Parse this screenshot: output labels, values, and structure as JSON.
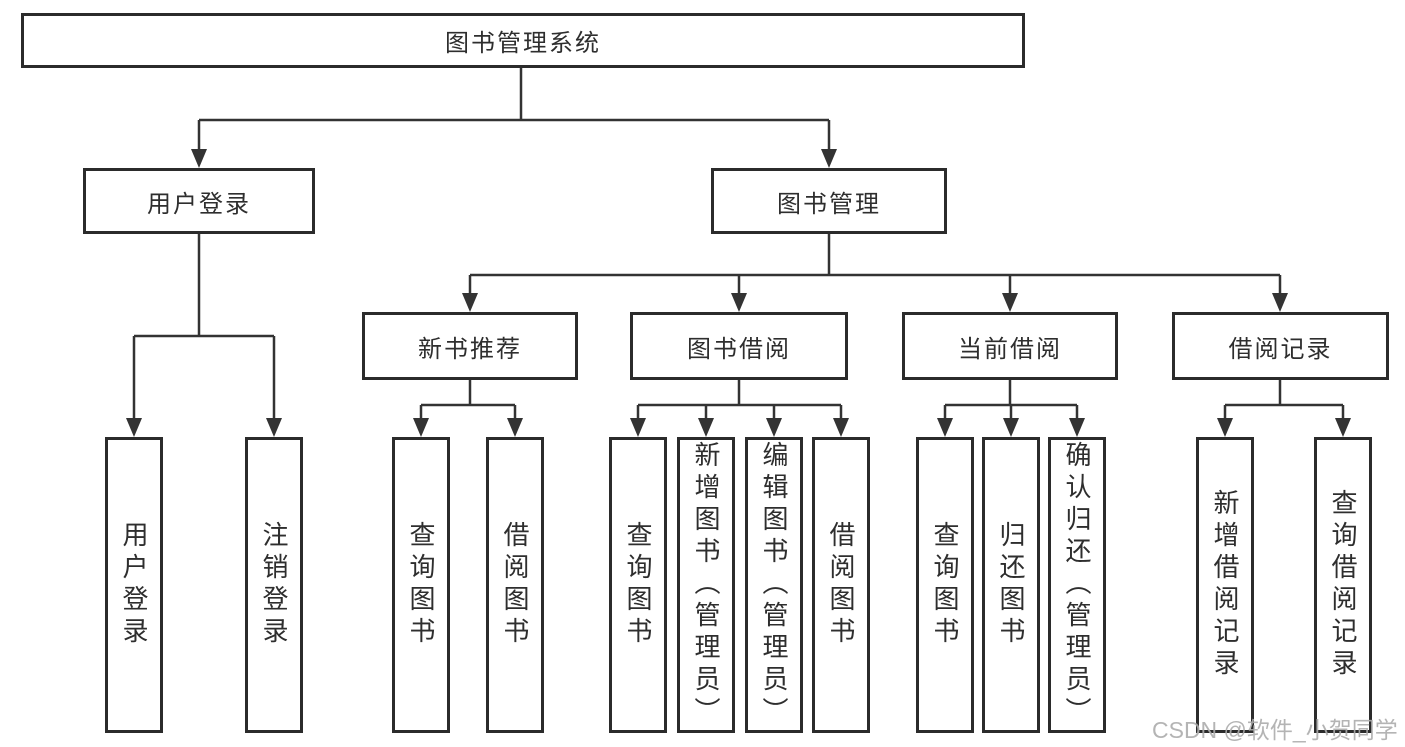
{
  "diagram": {
    "root": {
      "label": "图书管理系统"
    },
    "login": {
      "label": "用户登录",
      "children": [
        {
          "label": "用户登录"
        },
        {
          "label": "注销登录"
        }
      ]
    },
    "management": {
      "label": "图书管理",
      "sections": [
        {
          "label": "新书推荐",
          "children": [
            {
              "label": "查询图书"
            },
            {
              "label": "借阅图书"
            }
          ]
        },
        {
          "label": "图书借阅",
          "children": [
            {
              "label": "查询图书"
            },
            {
              "label": "新增图书（管理员）"
            },
            {
              "label": "编辑图书（管理员）"
            },
            {
              "label": "借阅图书"
            }
          ]
        },
        {
          "label": "当前借阅",
          "children": [
            {
              "label": "查询图书"
            },
            {
              "label": "归还图书"
            },
            {
              "label": "确认归还（管理员）"
            }
          ]
        },
        {
          "label": "借阅记录",
          "children": [
            {
              "label": "新增借阅记录"
            },
            {
              "label": "查询借阅记录"
            }
          ]
        }
      ]
    }
  },
  "watermark": {
    "text": "CSDN @软件_小贺同学"
  },
  "colors": {
    "line": "#333333",
    "box_border": "#2b2b2b",
    "text": "#2e2e2e",
    "watermark": "#acacac",
    "background": "#ffffff"
  }
}
